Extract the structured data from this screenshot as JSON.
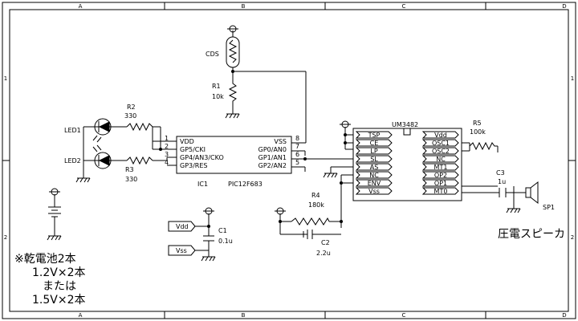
{
  "frame": {
    "cols": [
      "A",
      "B",
      "C",
      "D"
    ],
    "rows": [
      "1",
      "2"
    ]
  },
  "parts": {
    "cds": "CDS",
    "r1": {
      "ref": "R1",
      "value": "10k"
    },
    "r2": {
      "ref": "R2",
      "value": "330"
    },
    "r3": {
      "ref": "R3",
      "value": "330"
    },
    "r4": {
      "ref": "R4",
      "value": "180k"
    },
    "r5": {
      "ref": "R5",
      "value": "100k"
    },
    "led1": "LED1",
    "led2": "LED2",
    "c1": {
      "ref": "C1",
      "value": "0.1u"
    },
    "c2": {
      "ref": "C2",
      "value": "2.2u"
    },
    "c3": {
      "ref": "C3",
      "value": "1u"
    },
    "sp1": "SP1",
    "vdd": "Vdd",
    "vss": "Vss"
  },
  "ic1": {
    "ref": "IC1",
    "part": "PIC12F683",
    "left_pins": [
      {
        "num": "1",
        "name": "VDD"
      },
      {
        "num": "2",
        "name": "GP5/CKI"
      },
      {
        "num": "3",
        "name": "GP4/AN3/CKO"
      },
      {
        "num": "4",
        "name": "GP3/RES"
      }
    ],
    "right_pins": [
      {
        "num": "8",
        "name": "VSS"
      },
      {
        "num": "7",
        "name": "GP0/AN0"
      },
      {
        "num": "6",
        "name": "GP1/AN1"
      },
      {
        "num": "5",
        "name": "GP2/AN2"
      }
    ]
  },
  "ic2": {
    "part": "UM3482",
    "left_pins": [
      "TSP",
      "CE",
      "LP",
      "SL",
      "AS",
      "NC",
      "ENV",
      "Vss"
    ],
    "right_pins": [
      "Vdd",
      "OSC1",
      "OSC2",
      "NC",
      "MT1",
      "OP2",
      "OP1",
      "MT0"
    ]
  },
  "notes": {
    "battery": [
      "※乾電池2本",
      "1.2V×2本",
      "または",
      "1.5V×2本"
    ],
    "speaker": "圧電スピーカ"
  }
}
